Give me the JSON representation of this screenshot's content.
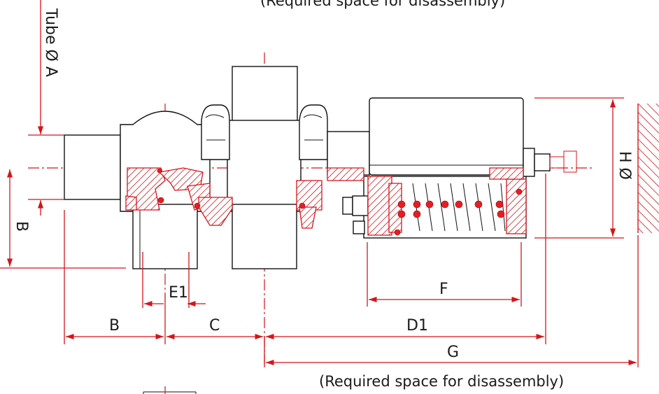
{
  "labels": {
    "top_note": "(Required space for disassembly)",
    "tube_diameter": "Tube Ø A",
    "b_vertical": "B",
    "e1": "E1",
    "f": "F",
    "b_horizontal": "B",
    "c": "C",
    "d1": "D1",
    "g": "G",
    "bottom_note": "(Required space for disassembly)",
    "h_diameter": "H Ø"
  },
  "colors": {
    "dimension": "#d4151b",
    "outline": "#111111",
    "seal": "#e31e24",
    "wall_hatch": "#d4151b"
  }
}
